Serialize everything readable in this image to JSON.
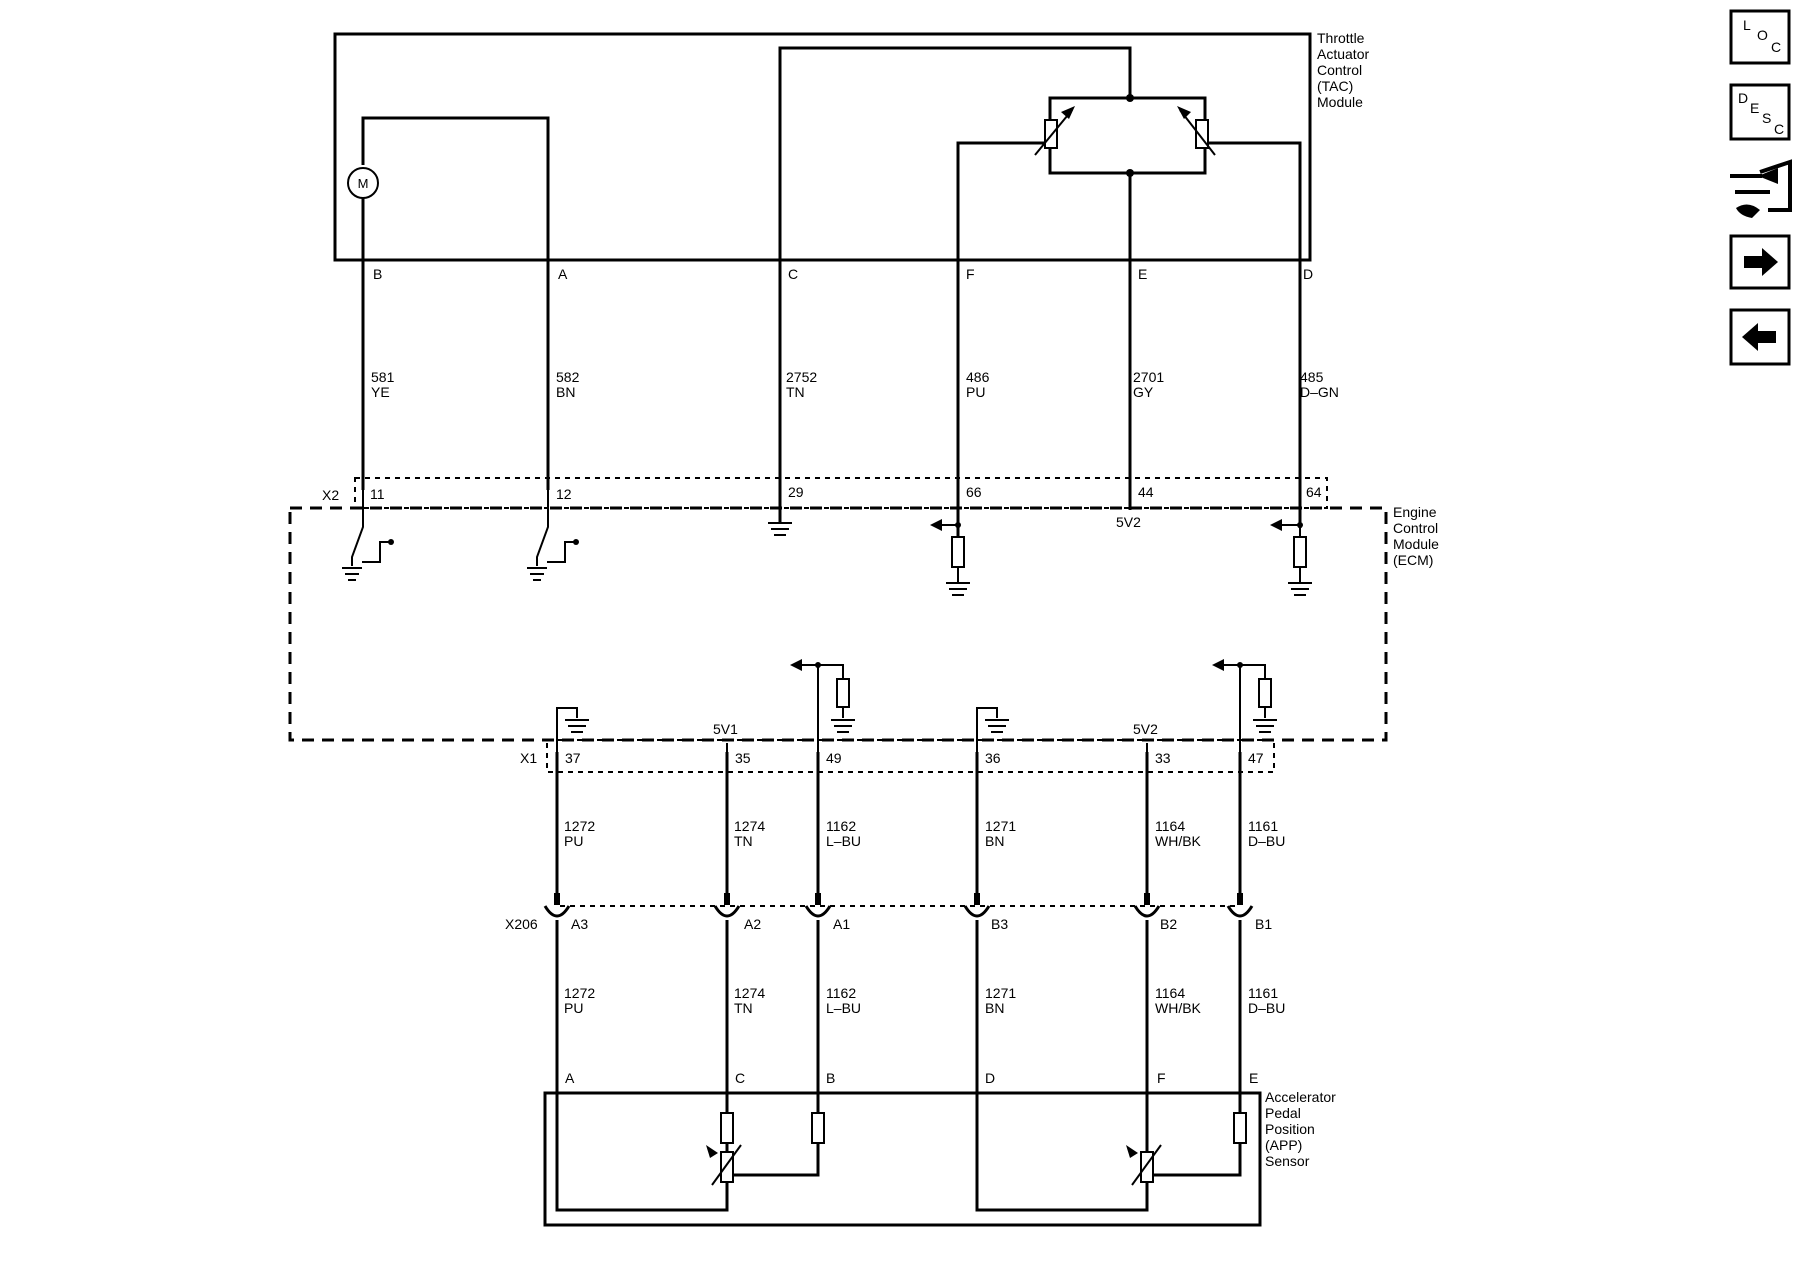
{
  "modules": {
    "tac": [
      "Throttle",
      "Actuator",
      "Control",
      "(TAC)",
      "Module"
    ],
    "ecm": [
      "Engine",
      "Control",
      "Module",
      "(ECM)"
    ],
    "app": [
      "Accelerator",
      "Pedal",
      "Position",
      "(APP)",
      "Sensor"
    ]
  },
  "motor_symbol": "M",
  "connectors": {
    "x2": "X2",
    "x1": "X1",
    "x206": "X206"
  },
  "tac_terminals": [
    "B",
    "A",
    "C",
    "F",
    "E",
    "D"
  ],
  "tac_circuits": [
    {
      "num": "581",
      "color": "YE"
    },
    {
      "num": "582",
      "color": "BN"
    },
    {
      "num": "2752",
      "color": "TN"
    },
    {
      "num": "486",
      "color": "PU"
    },
    {
      "num": "2701",
      "color": "GY"
    },
    {
      "num": "485",
      "color": "D–GN"
    }
  ],
  "x2_pins": [
    "11",
    "12",
    "29",
    "66",
    "44",
    "64"
  ],
  "ecm_refs": {
    "x2_5v": "5V2",
    "x1_5v1": "5V1",
    "x1_5v2": "5V2"
  },
  "x1_pins": [
    "37",
    "35",
    "49",
    "36",
    "33",
    "47"
  ],
  "x1_circuits": [
    {
      "num": "1272",
      "color": "PU"
    },
    {
      "num": "1274",
      "color": "TN"
    },
    {
      "num": "1162",
      "color": "L–BU"
    },
    {
      "num": "1271",
      "color": "BN"
    },
    {
      "num": "1164",
      "color": "WH/BK"
    },
    {
      "num": "1161",
      "color": "D–BU"
    }
  ],
  "x206_pins": [
    "A3",
    "A2",
    "A1",
    "B3",
    "B2",
    "B1"
  ],
  "app_terminals": [
    "A",
    "C",
    "B",
    "D",
    "F",
    "E"
  ],
  "nav": {
    "loc": [
      "L",
      "O",
      "C"
    ],
    "desc": [
      "D",
      "E",
      "S",
      "C"
    ]
  }
}
